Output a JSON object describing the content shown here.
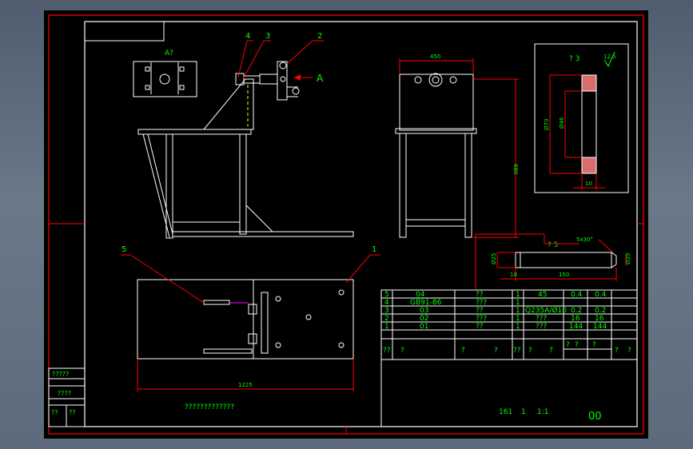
{
  "colors": {
    "background": "#000000",
    "frame": "#ff0000",
    "geometry": "#ffffff",
    "dimension": "#00ff00",
    "hidden": "#ffff00",
    "hatch": "#ff8080",
    "extension": "#ff00ff"
  },
  "view_label_top": "A?",
  "view_label_arrow": "A",
  "section_label": "? 3",
  "detail_label": "? 5",
  "surface_finish": "12.5",
  "balloons": [
    "4",
    "3",
    "2",
    "1",
    "5"
  ],
  "dims": {
    "width_450": "450",
    "height_880": "880",
    "length_1225": "1225",
    "dia_70": "Ø70",
    "dia_46": "Ø46",
    "thick_10": "10",
    "len_150": "150",
    "len_10": "10",
    "dia_25": "Ø25",
    "dia_20": "Ø20",
    "chamfer": "5x30°"
  },
  "bom_rows": [
    [
      "5",
      "04",
      "??",
      "1",
      "45",
      "0.4",
      "0.4",
      ""
    ],
    [
      "4",
      "GB91-86",
      "???",
      "1",
      "",
      "",
      "",
      ""
    ],
    [
      "3",
      "03",
      "??",
      "1",
      "Q235A/Ø10",
      "0.2",
      "0.2",
      ""
    ],
    [
      "2",
      "02",
      "???",
      "1",
      "???",
      "16",
      "16",
      ""
    ],
    [
      "1",
      "01",
      "??",
      "1",
      "???",
      "144",
      "144",
      ""
    ]
  ],
  "bom_header": [
    "??",
    "?",
    "?",
    "?",
    "??",
    "?",
    "?",
    "?",
    "?",
    "?",
    "?",
    "?"
  ],
  "left_strip": [
    "?????",
    "????",
    "??",
    "??"
  ],
  "title_note": "?????????????",
  "scale_row": [
    "161",
    "1",
    "1:1"
  ],
  "drawing_code": "00"
}
